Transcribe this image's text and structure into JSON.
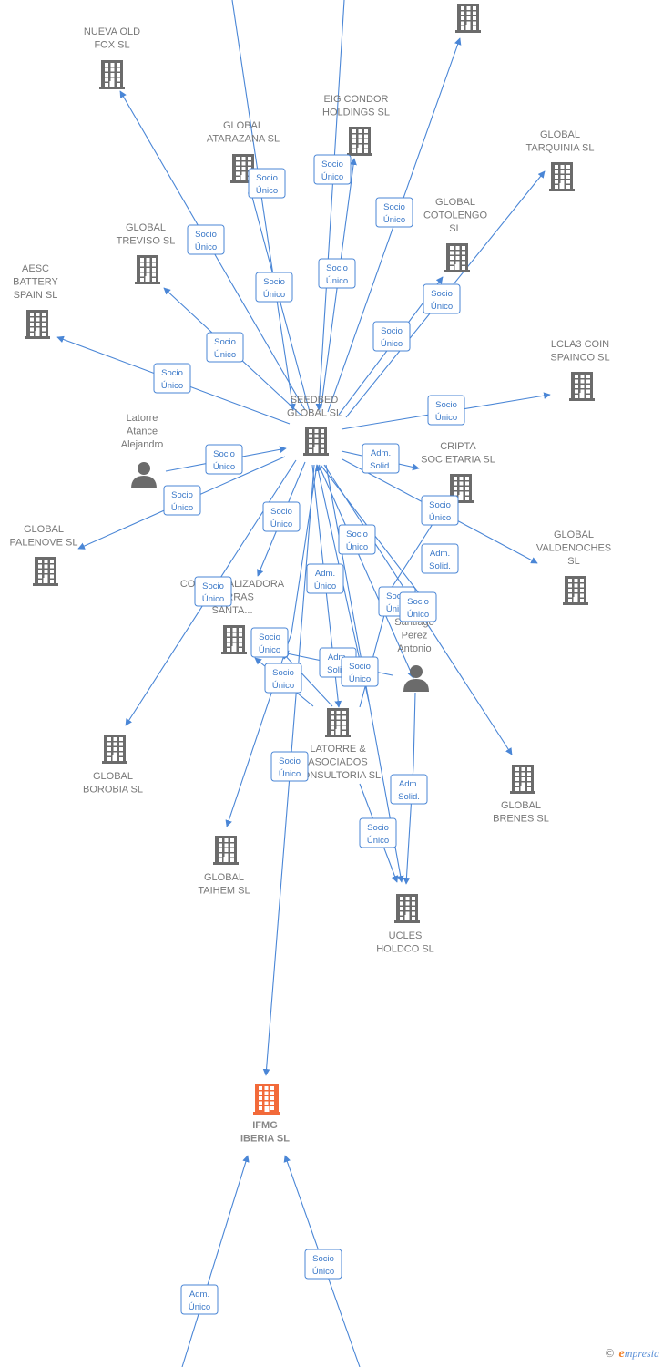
{
  "colors": {
    "line": "#4a86d6",
    "icon": "#6b6b6b",
    "focus": "#f26a3a",
    "label": "#777777",
    "box_border": "#4a86d6"
  },
  "footer": {
    "copyright": "©",
    "brand_initial": "e",
    "brand_rest": "mpresia"
  },
  "nodes": [
    {
      "id": "nueva",
      "type": "company",
      "lines": [
        "NUEVA OLD",
        "FOX  SL"
      ]
    },
    {
      "id": "top",
      "type": "company",
      "lines": []
    },
    {
      "id": "eig",
      "type": "company",
      "lines": [
        "EIG CONDOR",
        "HOLDINGS  SL"
      ]
    },
    {
      "id": "atarazana",
      "type": "company",
      "lines": [
        "GLOBAL",
        "ATARAZANA  SL"
      ]
    },
    {
      "id": "tarquinia",
      "type": "company",
      "lines": [
        "GLOBAL",
        "TARQUINIA  SL"
      ]
    },
    {
      "id": "cotolengo",
      "type": "company",
      "lines": [
        "GLOBAL",
        "COTOLENGO",
        "SL"
      ]
    },
    {
      "id": "treviso",
      "type": "company",
      "lines": [
        "GLOBAL",
        "TREVISO  SL"
      ]
    },
    {
      "id": "aesc",
      "type": "company",
      "lines": [
        "AESC",
        "BATTERY",
        "SPAIN  SL"
      ]
    },
    {
      "id": "lcla3",
      "type": "company",
      "lines": [
        "LCLA3 COIN",
        "SPAINCO  SL"
      ]
    },
    {
      "id": "seedbed",
      "type": "company",
      "lines": [
        "SEEDBED",
        "GLOBAL  SL"
      ]
    },
    {
      "id": "latorre_p",
      "type": "person",
      "lines": [
        "Latorre",
        "Atance",
        "Alejandro"
      ]
    },
    {
      "id": "cripta",
      "type": "company",
      "lines": [
        "CRIPTA",
        "SOCIETARIA  SL"
      ]
    },
    {
      "id": "palenove",
      "type": "company",
      "lines": [
        "GLOBAL",
        "PALENOVE  SL"
      ]
    },
    {
      "id": "valdenoches",
      "type": "company",
      "lines": [
        "GLOBAL",
        "VALDENOCHES",
        "SL"
      ]
    },
    {
      "id": "comerc",
      "type": "company",
      "lines": [
        "COMERCIALIZADORA",
        "TIERRAS",
        "SANTA..."
      ]
    },
    {
      "id": "santiago",
      "type": "person",
      "lines": [
        "Santiago",
        "Perez",
        "Antonio"
      ]
    },
    {
      "id": "borobia",
      "type": "company",
      "lines": [
        "GLOBAL",
        "BOROBIA  SL"
      ]
    },
    {
      "id": "latorre_a",
      "type": "company",
      "lines": [
        "LATORRE &",
        "ASOCIADOS",
        "CONSULTORIA SL"
      ]
    },
    {
      "id": "brenes",
      "type": "company",
      "lines": [
        "GLOBAL",
        "BRENES  SL"
      ]
    },
    {
      "id": "taihem",
      "type": "company",
      "lines": [
        "GLOBAL",
        "TAIHEM SL"
      ]
    },
    {
      "id": "ucles",
      "type": "company",
      "lines": [
        "UCLES",
        "HOLDCO  SL"
      ]
    },
    {
      "id": "ifmg",
      "type": "company",
      "focus": true,
      "lines": [
        "IFMG",
        "IBERIA  SL"
      ]
    }
  ],
  "edge_labels": [
    {
      "lines": [
        "Socio",
        "Único"
      ]
    },
    {
      "lines": [
        "Socio",
        "Único"
      ]
    },
    {
      "lines": [
        "Socio",
        "Único"
      ]
    },
    {
      "lines": [
        "Socio",
        "Único"
      ]
    },
    {
      "lines": [
        "Socio",
        "Único"
      ]
    },
    {
      "lines": [
        "Socio",
        "Único"
      ]
    },
    {
      "lines": [
        "Socio",
        "Único"
      ]
    },
    {
      "lines": [
        "Socio",
        "Único"
      ]
    },
    {
      "lines": [
        "Socio",
        "Único"
      ]
    },
    {
      "lines": [
        "Socio",
        "Único"
      ]
    },
    {
      "lines": [
        "Socio",
        "Único"
      ]
    },
    {
      "lines": [
        "Socio",
        "Único"
      ]
    },
    {
      "lines": [
        "Adm.",
        "Solid."
      ]
    },
    {
      "lines": [
        "Socio",
        "Único"
      ]
    },
    {
      "lines": [
        "Socio",
        "Único"
      ]
    },
    {
      "lines": [
        "Socio",
        "Único"
      ]
    },
    {
      "lines": [
        "Socio",
        "Único"
      ]
    },
    {
      "lines": [
        "Adm.",
        "Solid."
      ]
    },
    {
      "lines": [
        "Socio",
        "Único"
      ]
    },
    {
      "lines": [
        "Adm.",
        "Único"
      ]
    },
    {
      "lines": [
        "Socio",
        "Único"
      ]
    },
    {
      "lines": [
        "Socio",
        "Único"
      ]
    },
    {
      "lines": [
        "Socio",
        "Único"
      ]
    },
    {
      "lines": [
        "Adm.",
        "Solid."
      ]
    },
    {
      "lines": [
        "Socio",
        "Único"
      ]
    },
    {
      "lines": [
        "Socio",
        "Único"
      ]
    },
    {
      "lines": [
        "Socio",
        "Único"
      ]
    },
    {
      "lines": [
        "Adm.",
        "Solid."
      ]
    },
    {
      "lines": [
        "Socio",
        "Único"
      ]
    },
    {
      "lines": [
        "Adm.",
        "Único"
      ]
    },
    {
      "lines": [
        "Socio",
        "Único"
      ]
    }
  ]
}
